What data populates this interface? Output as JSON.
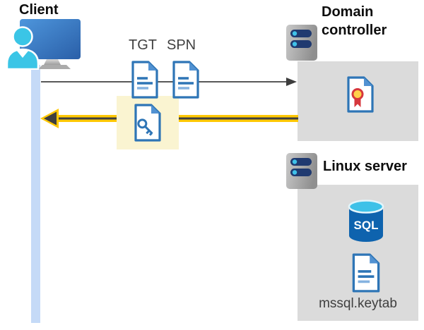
{
  "client": {
    "label": "Client"
  },
  "messages": {
    "tgt": "TGT",
    "spn": "SPN"
  },
  "domain_controller": {
    "label": "Domain controller"
  },
  "linux_server": {
    "label": "Linux server",
    "sql_badge": "SQL",
    "keytab_file": "mssql.keytab"
  },
  "icons": {
    "client": "monitor-with-user",
    "tgt": "document",
    "spn": "document",
    "returned_ticket": "document-with-key",
    "domain_controller": "server-rack",
    "certificate": "document-with-ribbon-seal",
    "linux_server": "server-rack",
    "database": "sql-database-cylinder",
    "keytab": "document"
  },
  "colors": {
    "doc_blue": "#2e75b6",
    "doc_fold_blue": "#5292d2",
    "line_light_blue": "#85b2e0",
    "person_cyan": "#3bc5e6",
    "monitor_blue_start": "#4e96dc",
    "monitor_blue_end": "#2a5fa8",
    "server_navy": "#203a70",
    "server_dot_cyan": "#3fc1e9",
    "box_gray": "#dbdbdb",
    "lifeline_blue": "#c5daf7",
    "highlight_yellow": "#faf4d1",
    "arrow_yellow": "#ffc805",
    "arrow_dark": "#3f3f3f",
    "request_gray": "#595959",
    "sql_blue": "#0e63ae",
    "sql_top_cyan": "#3ec1e8",
    "seal_gold": "#ffd04a",
    "seal_red": "#d6373c"
  }
}
